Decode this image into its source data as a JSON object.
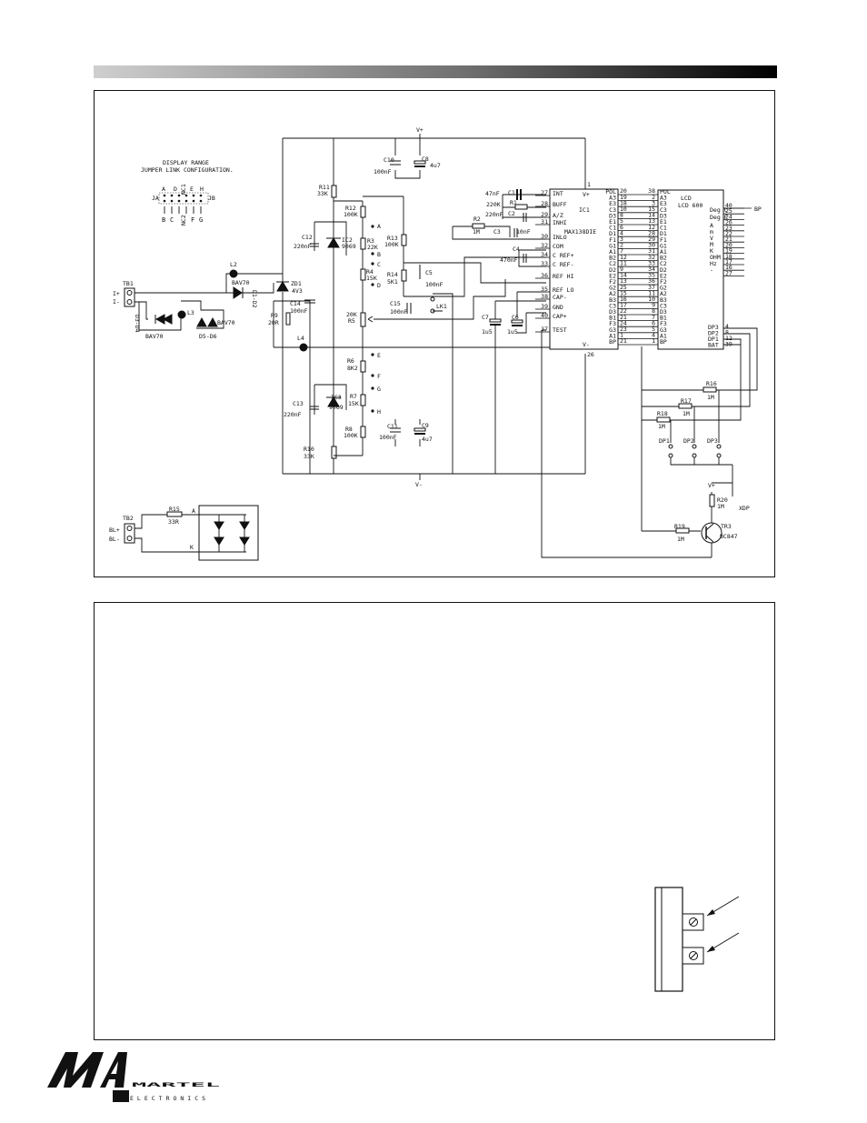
{
  "jumper_title": [
    "DISPLAY RANGE",
    "JUMPER LINK CONFIGURATION."
  ],
  "jumper": {
    "top_letters": [
      "A",
      "D",
      "E",
      "H"
    ],
    "nc": [
      "NC1",
      "NC2"
    ],
    "bottom_letters": [
      "B",
      "C",
      "F",
      "G"
    ],
    "ja": "JA",
    "jb": "JB"
  },
  "rails": {
    "vplus": "V+",
    "vminus": "V-"
  },
  "input": {
    "terminal": "TB1",
    "pins": [
      "I+",
      "I-"
    ]
  },
  "parts": {
    "R11": [
      "R11",
      "33K"
    ],
    "R12": [
      "R12",
      "100K"
    ],
    "R3": [
      "R3",
      "22K"
    ],
    "R4": [
      "R4",
      "15K"
    ],
    "R13": [
      "R13",
      "100K"
    ],
    "R14": [
      "R14",
      "5K1"
    ],
    "R5": [
      "20K",
      "R5"
    ],
    "R9": [
      "R9",
      "20R"
    ],
    "R6": [
      "R6",
      "8K2"
    ],
    "R7": [
      "R7",
      "15K"
    ],
    "R8": [
      "R8",
      "100K"
    ],
    "R10": [
      "R10",
      "33K"
    ],
    "R2": [
      "R2",
      "1M"
    ],
    "R1": [
      "R1",
      "220K"
    ],
    "R15": [
      "R15",
      "33R"
    ],
    "R16": [
      "R16",
      "1M"
    ],
    "R17": [
      "R17",
      "1M"
    ],
    "R18": [
      "R18",
      "1M"
    ],
    "R19": [
      "R19",
      "1M"
    ],
    "R20": [
      "R20",
      "1M"
    ],
    "C10": [
      "C10",
      "100nF"
    ],
    "C8": [
      "C8",
      "4u7"
    ],
    "C12": [
      "C12",
      "220nF"
    ],
    "C14": [
      "C14",
      "100nF"
    ],
    "C15": [
      "C15",
      "100nF"
    ],
    "C5": [
      "C5",
      "100nF"
    ],
    "C13": [
      "C13",
      "220nF"
    ],
    "C11": [
      "C11",
      "100nF"
    ],
    "C9": [
      "C9",
      "4u7"
    ],
    "C1": [
      "C1",
      "47nF"
    ],
    "C2": [
      "C2",
      "220nF"
    ],
    "C3": [
      "C3",
      "10nF"
    ],
    "C4": [
      "C4",
      "470nF"
    ],
    "C7": [
      "C7",
      "1u5"
    ],
    "C6": [
      "C6",
      "1u5"
    ],
    "IC2": [
      "IC2",
      "9069"
    ],
    "IC3": [
      "IC3",
      "9069"
    ],
    "ZD1": [
      "ZD1",
      "4V3"
    ],
    "L2": "L2",
    "L3": "L3",
    "L4": "L4",
    "D1D2": [
      "BAV70",
      "D1-D2"
    ],
    "D3D4": [
      "D3-D4",
      "BAV70"
    ],
    "D5D6": [
      "BAV70",
      "D5-D6"
    ],
    "LK1": "LK1",
    "TR3": [
      "TR3",
      "BC847"
    ]
  },
  "nodes": [
    "A",
    "B",
    "C",
    "D",
    "E",
    "F",
    "G",
    "H"
  ],
  "ic1": {
    "name": "IC1",
    "part": "MAX138DIE",
    "left_pins": [
      {
        "num": "27",
        "name": "INT"
      },
      {
        "num": "28",
        "name": "BUFF"
      },
      {
        "num": "29",
        "name": "A/Z"
      },
      {
        "num": "31",
        "name": "INHI"
      },
      {
        "num": "30",
        "name": "INLO"
      },
      {
        "num": "32",
        "name": "COM"
      },
      {
        "num": "34",
        "name": "C REF+"
      },
      {
        "num": "33",
        "name": "C REF-"
      },
      {
        "num": "36",
        "name": "REF HI"
      },
      {
        "num": "35",
        "name": "REF LO"
      },
      {
        "num": "38",
        "name": "CAP-"
      },
      {
        "num": "39",
        "name": "GND"
      },
      {
        "num": "40",
        "name": "CAP+"
      },
      {
        "num": "37",
        "name": "TEST"
      }
    ],
    "top_pin": {
      "num": "1",
      "name": "V+"
    },
    "bottom_pin": {
      "num": "26",
      "name": "V-"
    },
    "right_names": [
      "POL",
      "A3",
      "E3",
      "C3",
      "D3",
      "E1",
      "C1",
      "D1",
      "F1",
      "G1",
      "A1",
      "B2",
      "C2",
      "D2",
      "E2",
      "F2",
      "G2",
      "A2",
      "B3",
      "C3",
      "D3",
      "B1",
      "F3",
      "G3",
      "A1",
      "BP"
    ],
    "right_nums": [
      "20",
      "19",
      "18",
      "10",
      "8",
      "5",
      "6",
      "4",
      "3",
      "2",
      "7",
      "12",
      "11",
      "9",
      "14",
      "13",
      "25",
      "15",
      "16",
      "17",
      "22",
      "21",
      "24",
      "23",
      "1",
      "21"
    ]
  },
  "lcd": {
    "name": "LCD",
    "part": "LCD 600",
    "left_nums": [
      "38",
      "2",
      "3",
      "15",
      "14",
      "13",
      "12",
      "28",
      "29",
      "30",
      "31",
      "32",
      "33",
      "34",
      "35",
      "36",
      "37",
      "11",
      "10",
      "9",
      "8",
      "7",
      "6",
      "5",
      "4",
      "1"
    ],
    "left_names": [
      "POL",
      "A3",
      "E3",
      "C3",
      "D3",
      "E1",
      "C1",
      "D1",
      "F1",
      "G1",
      "A1",
      "B2",
      "C2",
      "D2",
      "E2",
      "F2",
      "G2",
      "A2",
      "B3",
      "C3",
      "D3",
      "B1",
      "F3",
      "G3",
      "A1",
      "BP"
    ],
    "right_labels": [
      "Deg C",
      "Deg F",
      "A",
      "m",
      "V",
      "M",
      "K",
      "OHM",
      "Hz",
      "-"
    ],
    "right_nums": [
      "40",
      "25",
      "24",
      "26",
      "23",
      "22",
      "21",
      "20",
      "19",
      "18",
      "17",
      "16",
      "27"
    ],
    "dp_names": [
      "DP3",
      "DP2",
      "DP1",
      "BAT"
    ],
    "dp_nums": [
      "4",
      "8",
      "12",
      "39"
    ],
    "bp_label": "BP"
  },
  "switches": [
    "DP1",
    "DP2",
    "DP3"
  ],
  "xdp": "XDP",
  "backlight": {
    "terminal": "TB2",
    "pins": [
      "BL+",
      "BL-"
    ],
    "anode": "A",
    "cathode": "K"
  },
  "brand": {
    "name": "MARTEL",
    "sub": "ELECTRONICS"
  }
}
